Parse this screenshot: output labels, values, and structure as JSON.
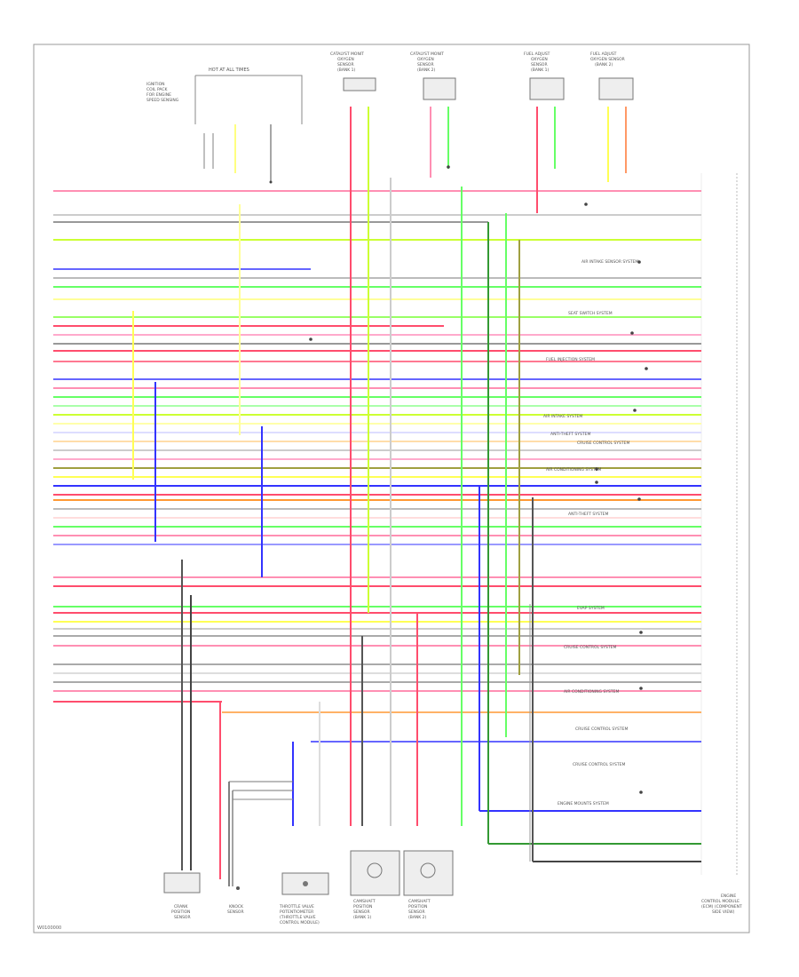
{
  "diagram": {
    "footer_id": "W0100000",
    "ecm_label": [
      "ENGINE",
      "CONTROL MODULE",
      "(ECM) (COMPONENT",
      "SIDE VIEW)"
    ],
    "top_connector_label": "HOT AT ALL TIMES",
    "top_left_label": [
      "IGNITION",
      "COIL PACK",
      "FOR ENGINE",
      "SPEED SENSING"
    ],
    "top_sensors": [
      {
        "id": "o2_b1s1",
        "label": [
          "CATALYST MONIT",
          "OXYGEN",
          "SENSOR",
          "(BANK 1)"
        ]
      },
      {
        "id": "o2_b2s1",
        "label": [
          "CATALYST MONIT",
          "OXYGEN",
          "SENSOR",
          "(BANK 2)"
        ]
      },
      {
        "id": "o2_b1s2",
        "label": [
          "FUEL ADJUST",
          "OXYGEN",
          "SENSOR",
          "(BANK 1)"
        ]
      },
      {
        "id": "o2_b2s2",
        "label": [
          "FUEL ADJUST",
          "OXYGEN SENSOR",
          "(BANK 2)"
        ]
      }
    ],
    "bottom_components": [
      {
        "id": "crank",
        "label": [
          "CRANK",
          "POSITION",
          "SENSOR"
        ]
      },
      {
        "id": "knock",
        "label": [
          "KNOCK",
          "SENSOR"
        ]
      },
      {
        "id": "throttle",
        "label": [
          "THROTTLE VALVE",
          "POTENTIOMETER",
          "(THROTTLE VALVE",
          "CONTROL MODULE)"
        ]
      },
      {
        "id": "cam1",
        "label": [
          "CAMSHAFT",
          "POSITION",
          "SENSOR",
          "(BANK 1)"
        ]
      },
      {
        "id": "cam2",
        "label": [
          "CAMSHAFT",
          "POSITION",
          "SENSOR",
          "(BANK 2)"
        ]
      }
    ],
    "right_labels": [
      {
        "id": "r1",
        "text": "AIR INTAKE SENSOR SYSTEM"
      },
      {
        "id": "r2",
        "text": "SEAT SWITCH SYSTEM"
      },
      {
        "id": "r3",
        "text": "FUEL INJECTION SYSTEM"
      },
      {
        "id": "r4",
        "text": "AIR INTAKE SYSTEM"
      },
      {
        "id": "r5",
        "text": "ANTI-THEFT SYSTEM"
      },
      {
        "id": "r6",
        "text": "CRUISE CONTROL SYSTEM"
      },
      {
        "id": "r7",
        "text": "AIR CONDITIONING SYSTEM"
      },
      {
        "id": "r8",
        "text": "ANTI-THEFT SYSTEM"
      },
      {
        "id": "r9",
        "text": "EVAP SYSTEM"
      },
      {
        "id": "r10",
        "text": "CRUISE CONTROL SYSTEM"
      },
      {
        "id": "r11",
        "text": "AIR CONDITIONING SYSTEM"
      },
      {
        "id": "r12",
        "text": "CRUISE CONTROL SYSTEM"
      },
      {
        "id": "r13",
        "text": "CRUISE CONTROL SYSTEM"
      },
      {
        "id": "r14",
        "text": "ENGINE MOUNTS SYSTEM"
      }
    ],
    "colors": {
      "red": "#ff4d6d",
      "pink": "#ff8fb3",
      "green": "#66ff66",
      "lime": "#ccff33",
      "yellow": "#ffff55",
      "blue": "#3333ff",
      "violet": "#6600cc",
      "gray": "#999999",
      "black": "#444444",
      "orange": "#ff9933",
      "darkgreen": "#339933",
      "olive": "#a0a040",
      "frame": "#999999"
    }
  }
}
